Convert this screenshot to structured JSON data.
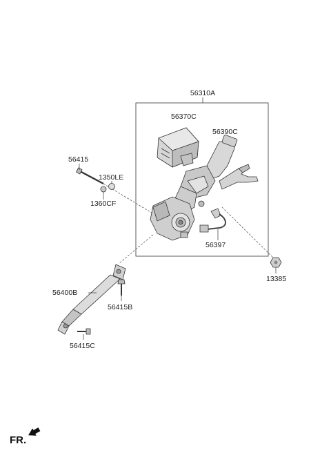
{
  "labels": {
    "assembly": "56310A",
    "module": "56370C",
    "column": "56390C",
    "bolt_long": "56415",
    "washer": "1350LE",
    "nut_small": "1360CF",
    "connector": "56397",
    "nut_right": "13385",
    "shaft": "56400B",
    "bolt_upper": "56415B",
    "bolt_lower": "56415C"
  },
  "direction_marker": "FR."
}
